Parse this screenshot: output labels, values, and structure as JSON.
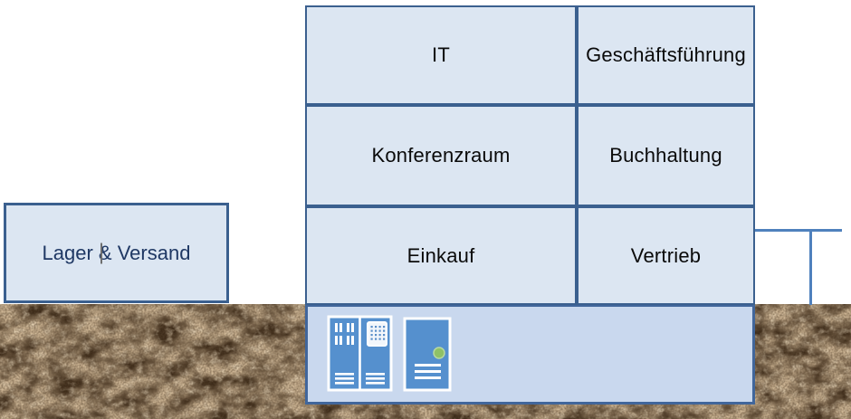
{
  "building": {
    "rooms": [
      {
        "id": "it",
        "label": "IT"
      },
      {
        "id": "geschaeftsfuehrung",
        "label": "Geschäftsführung"
      },
      {
        "id": "konferenzraum",
        "label": "Konferenzraum"
      },
      {
        "id": "buchhaltung",
        "label": "Buchhaltung"
      },
      {
        "id": "einkauf",
        "label": "Einkauf"
      },
      {
        "id": "vertrieb",
        "label": "Vertrieb"
      }
    ]
  },
  "warehouse": {
    "label": "Lager & Versand",
    "text_cursor_visible": true
  },
  "basement": {
    "icons": [
      {
        "name": "server-rack-cabinet-icon"
      },
      {
        "name": "server-tower-icon"
      }
    ]
  },
  "ground": {
    "texture": "brown-soil-marble"
  },
  "colors": {
    "room_fill": "#dce6f2",
    "room_border": "#3b608f",
    "basement_fill": "#c9d8ee",
    "basement_border": "#41669b",
    "accent_line": "#4f81bd",
    "icon_blue": "#5590ce",
    "led_green": "#8fc167",
    "warehouse_text": "#1f3864",
    "room_text": "#0a0a0a",
    "soil_brown": "#3d2b19"
  }
}
